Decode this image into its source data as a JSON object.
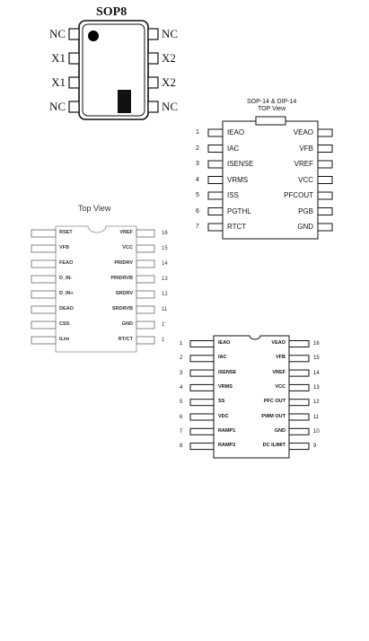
{
  "sop8": {
    "title": "SOP8",
    "left_pins": [
      "NC",
      "X1",
      "X1",
      "NC"
    ],
    "right_pins": [
      "NC",
      "X2",
      "X2",
      "NC"
    ]
  },
  "sop14": {
    "title_line1": "SOP-14 & DIP-14",
    "title_line2": "TOP View",
    "left_pins": [
      {
        "num": "1",
        "label": "IEAO"
      },
      {
        "num": "2",
        "label": "IAC"
      },
      {
        "num": "3",
        "label": "ISENSE"
      },
      {
        "num": "4",
        "label": "VRMS"
      },
      {
        "num": "5",
        "label": "ISS"
      },
      {
        "num": "6",
        "label": "PGTHL"
      },
      {
        "num": "7",
        "label": "RTCT"
      }
    ],
    "right_pins": [
      {
        "label": "VEAO"
      },
      {
        "label": "VFB"
      },
      {
        "label": "VREF"
      },
      {
        "label": "VCC"
      },
      {
        "label": "PFCOUT"
      },
      {
        "label": "PGB"
      },
      {
        "label": "GND"
      }
    ]
  },
  "chip16a": {
    "title": "Top View",
    "left_pins": [
      "RSET",
      "VFB",
      "FEAO",
      "D_IN-",
      "D_IN+",
      "DEAO",
      "CSS",
      "ILim"
    ],
    "right_pins": [
      {
        "label": "VREF",
        "num": "16"
      },
      {
        "label": "VCC",
        "num": "15"
      },
      {
        "label": "PRIDRV",
        "num": "14"
      },
      {
        "label": "PRIDRVB",
        "num": "13"
      },
      {
        "label": "SRDRV",
        "num": "12"
      },
      {
        "label": "SRDRVB",
        "num": "11"
      },
      {
        "label": "GND",
        "num": "1'"
      },
      {
        "label": "RT/CT",
        "num": "1"
      }
    ]
  },
  "chip16b": {
    "left_pins": [
      {
        "num": "1",
        "label": "IEAO"
      },
      {
        "num": "2",
        "label": "IAC"
      },
      {
        "num": "3",
        "label": "ISENSE"
      },
      {
        "num": "4",
        "label": "VRMS"
      },
      {
        "num": "5",
        "label": "SS"
      },
      {
        "num": "6",
        "label": "VDC"
      },
      {
        "num": "7",
        "label": "RAMP1"
      },
      {
        "num": "8",
        "label": "RAMP2"
      }
    ],
    "right_pins": [
      {
        "num": "16",
        "label": "VEAO"
      },
      {
        "num": "15",
        "label": "VFB"
      },
      {
        "num": "14",
        "label": "VREF"
      },
      {
        "num": "13",
        "label": "VCC"
      },
      {
        "num": "12",
        "label": "PFC OUT"
      },
      {
        "num": "11",
        "label": "PWM OUT"
      },
      {
        "num": "10",
        "label": "GND"
      },
      {
        "num": "9",
        "label": "DC ILIMIT"
      }
    ]
  }
}
